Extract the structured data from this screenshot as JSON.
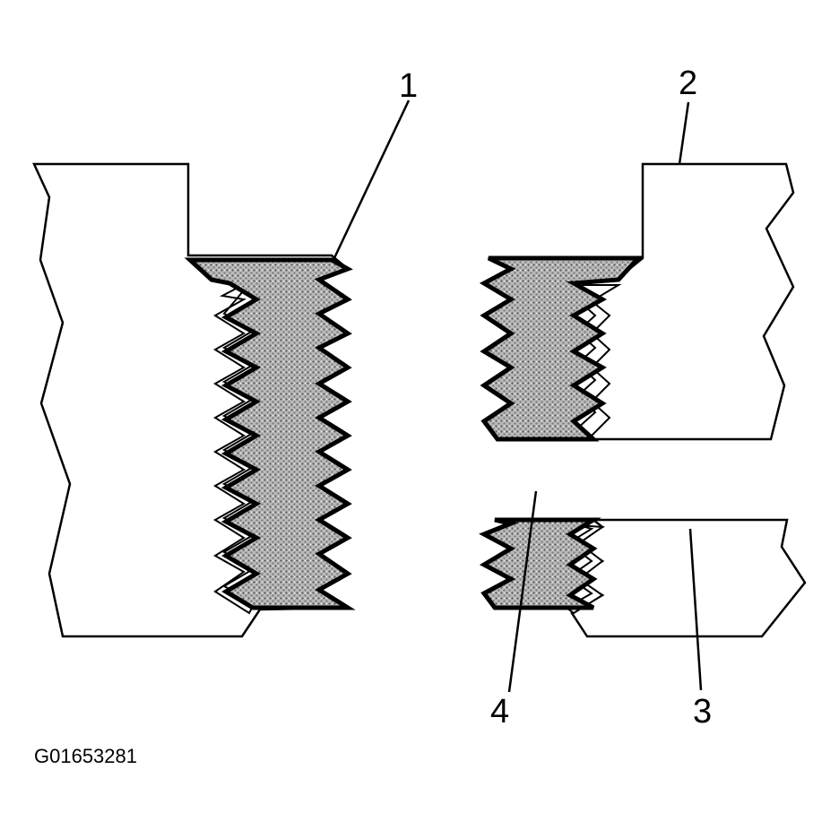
{
  "callouts": [
    {
      "id": "1",
      "label": "1"
    },
    {
      "id": "2",
      "label": "2"
    },
    {
      "id": "3",
      "label": "3"
    },
    {
      "id": "4",
      "label": "4"
    }
  ],
  "figure_id": "G01653281",
  "colors": {
    "ink": "#000000",
    "paper": "#ffffff",
    "stipple": "#9a9a9a"
  }
}
